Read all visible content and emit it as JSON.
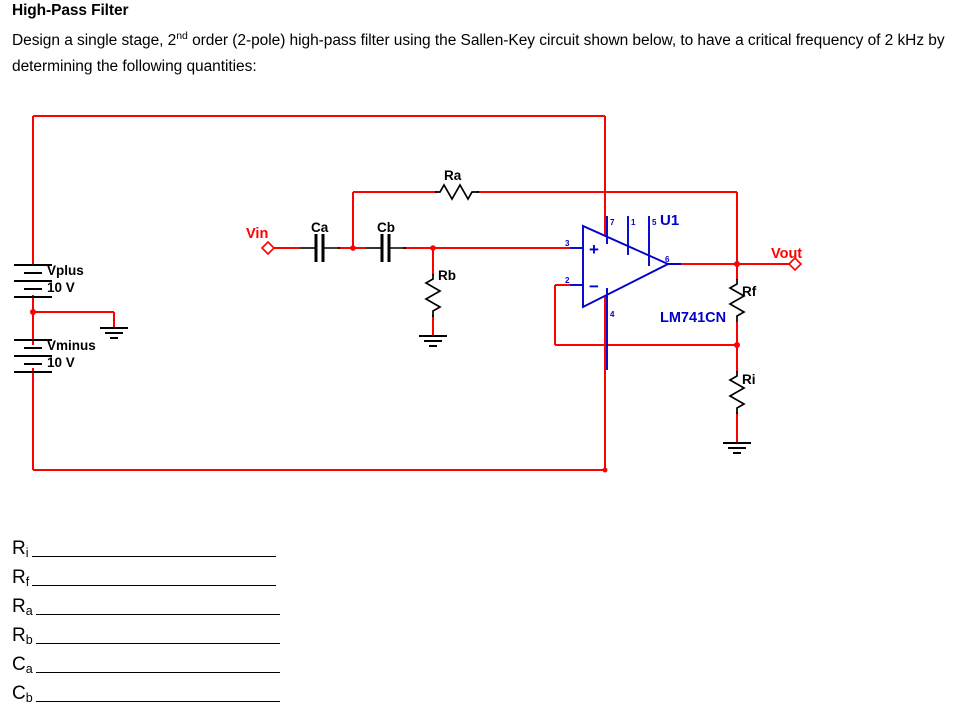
{
  "document": {
    "heading": "High-Pass Filter",
    "prompt_part1": "Design a single stage, 2",
    "prompt_sup": "nd",
    "prompt_part2": " order (2-pole) high-pass filter using the Sallen-Key circuit shown below, to have a critical frequency of 2 kHz by determining the following quantities:"
  },
  "colors": {
    "wire": "#ff0000",
    "component": "#000000",
    "opamp": "#0000cc",
    "label": "#000000",
    "terminal_label": "#ff0000",
    "background": "#ffffff"
  },
  "circuit": {
    "title": "sallen-key-high-pass-filter",
    "terminals": [
      {
        "name": "Vin",
        "label": "Vin"
      },
      {
        "name": "Vout",
        "label": "Vout"
      }
    ],
    "sources": [
      {
        "name": "Vplus",
        "label": "Vplus",
        "value": "10 V"
      },
      {
        "name": "Vminus",
        "label": "Vminus",
        "value": "10 V"
      }
    ],
    "capacitors": [
      {
        "name": "Ca",
        "label": "Ca"
      },
      {
        "name": "Cb",
        "label": "Cb"
      }
    ],
    "resistors": [
      {
        "name": "Ra",
        "label": "Ra"
      },
      {
        "name": "Rb",
        "label": "Rb"
      },
      {
        "name": "Rf",
        "label": "Rf"
      },
      {
        "name": "Ri",
        "label": "Ri"
      }
    ],
    "opamp": {
      "refdes": "U1",
      "part": "LM741CN",
      "plus_symbol": "+",
      "minus_symbol": "−",
      "pins": {
        "noninverting": "3",
        "inverting": "2",
        "vplus": "7",
        "offset_null_1": "1",
        "offset_null_5": "5",
        "vminus": "4",
        "output": "6"
      }
    }
  },
  "answer_lines": [
    {
      "symbol": "R",
      "subscript": "i"
    },
    {
      "symbol": "R",
      "subscript": "f"
    },
    {
      "symbol": "R",
      "subscript": "a"
    },
    {
      "symbol": "R",
      "subscript": "b"
    },
    {
      "symbol": "C",
      "subscript": "a"
    },
    {
      "symbol": "C",
      "subscript": "b"
    }
  ]
}
